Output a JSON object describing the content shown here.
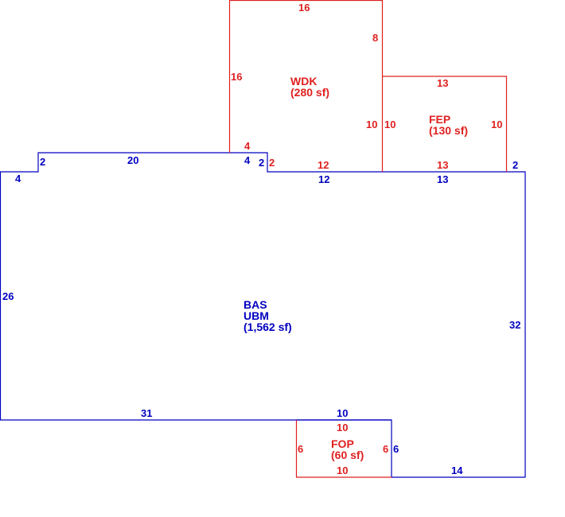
{
  "colors": {
    "main": "#0000c0",
    "addition": "#e02020",
    "background": "#ffffff"
  },
  "areas": {
    "bas": {
      "code1": "BAS",
      "code2": "UBM",
      "size": "(1,562 sf)"
    },
    "wdk": {
      "code": "WDK",
      "size": "(280 sf)"
    },
    "fep": {
      "code": "FEP",
      "size": "(130 sf)"
    },
    "fop": {
      "code": "FOP",
      "size": "(60 sf)"
    }
  },
  "dims": {
    "bas": {
      "left": "4",
      "step_up": "2",
      "top": "20",
      "notch_top": "4",
      "notch_side": "2",
      "top_mid": "12",
      "top_right": "13",
      "right_step": "2",
      "west": "26",
      "east": "32",
      "bottom_left": "31",
      "bottom_mid": "10",
      "fop_side": "6",
      "bottom_right": "14"
    },
    "wdk": {
      "top": "16",
      "right_upper": "8",
      "left": "16",
      "right": "10",
      "bottom_notch": "4",
      "notch_side": "2",
      "bottom": "12"
    },
    "fep": {
      "top": "13",
      "left": "10",
      "right": "10",
      "bottom": "13"
    },
    "fop": {
      "top": "10",
      "left": "6",
      "right": "6",
      "bottom": "10"
    }
  }
}
